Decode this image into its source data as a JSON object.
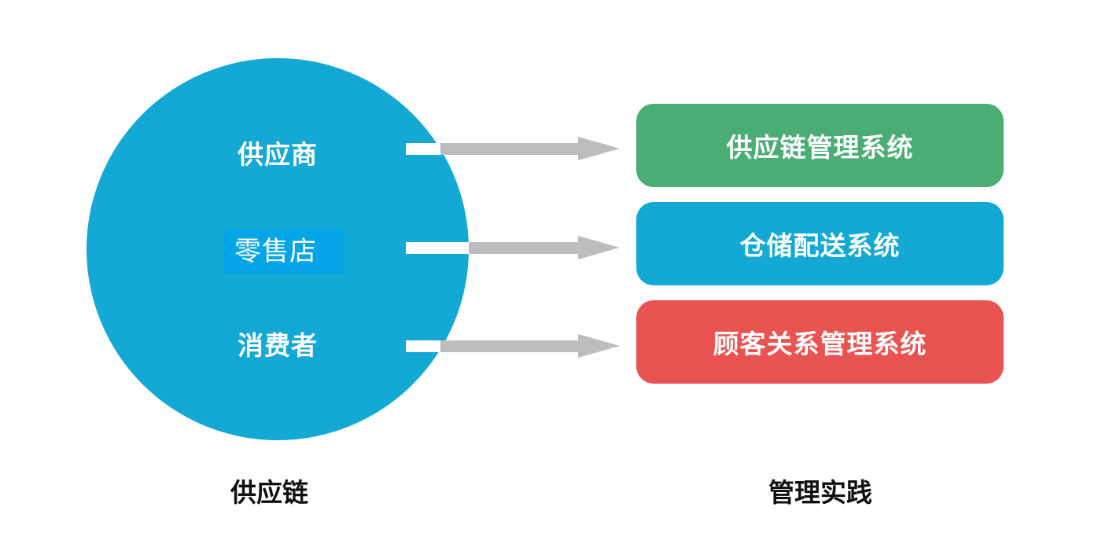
{
  "left_group": {
    "nodes": [
      {
        "label": "供应商"
      },
      {
        "label": "零售店"
      },
      {
        "label": "消费者"
      }
    ],
    "caption": "供应链",
    "circle_color": "#13a9d4",
    "highlight_color": "#03a5e6"
  },
  "right_group": {
    "systems": [
      {
        "label": "供应链管理系统",
        "color": "#49ad74"
      },
      {
        "label": "仓储配送系统",
        "color": "#13a9d4"
      },
      {
        "label": "顾客关系管理系统",
        "color": "#e95351"
      }
    ],
    "caption": "管理实践"
  },
  "arrow_color": "#bdbdbd",
  "connector_color": "#ffffff"
}
